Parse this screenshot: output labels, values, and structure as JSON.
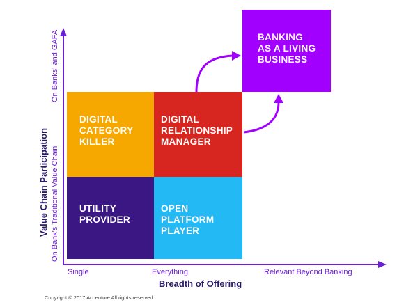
{
  "quadrants": {
    "digital_category_killer": "DIGITAL\nCATEGORY\nKILLER",
    "digital_relationship_manager": "DIGITAL\nRELATIONSHIP\nMANAGER",
    "utility_provider": "UTILITY\nPROVIDER",
    "open_platform_player": "OPEN\nPLATFORM\nPLAYER",
    "banking_living_business": "BANKING\nAS A LIVING\nBUSINESS"
  },
  "x_axis": {
    "title": "Breadth of Offering",
    "ticks": [
      "Single",
      "Everything",
      "Relevant Beyond Banking"
    ]
  },
  "y_axis": {
    "title": "Value Chain Participation",
    "ticks": [
      "On Bank's Traditional Value Chain",
      "On Banks' and GAFA"
    ]
  },
  "copyright": "Copyright © 2017 Accenture  All rights reserved.",
  "colors": {
    "axis": "#6b1fd6",
    "dck": "#f6a800",
    "drm": "#d6261f",
    "up": "#3a1782",
    "opp": "#23b9f5",
    "blb": "#a100ff"
  }
}
